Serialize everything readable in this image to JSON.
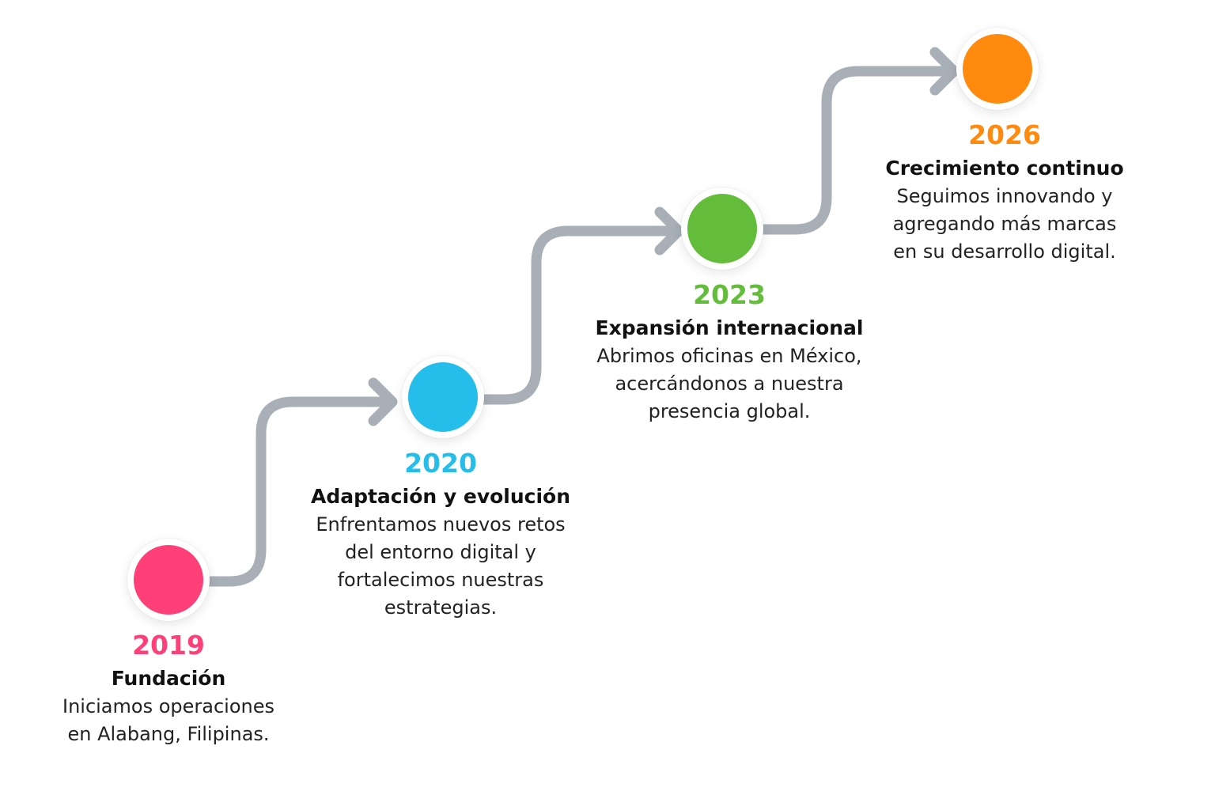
{
  "path_color": "#a8afb6",
  "milestones": [
    {
      "year": "2019",
      "title": "Fundación",
      "description": "Iniciamos operaciones\nen Alabang, Filipinas.",
      "color": "#ff4078"
    },
    {
      "year": "2020",
      "title": "Adaptación y evolución",
      "description": "Enfrentamos nuevos retos\ndel entorno digital y\nfortalecimos nuestras\nestrategias.",
      "color": "#25bde9"
    },
    {
      "year": "2023",
      "title": "Expansión internacional",
      "description": "Abrimos oficinas en México,\nacercándonos a nuestra\npresencia global.",
      "color": "#63bd3b"
    },
    {
      "year": "2026",
      "title": "Crecimiento continuo",
      "description": "Seguimos innovando y\nagregando más marcas\nen su desarrollo digital.",
      "color": "#ff8a0d"
    }
  ]
}
